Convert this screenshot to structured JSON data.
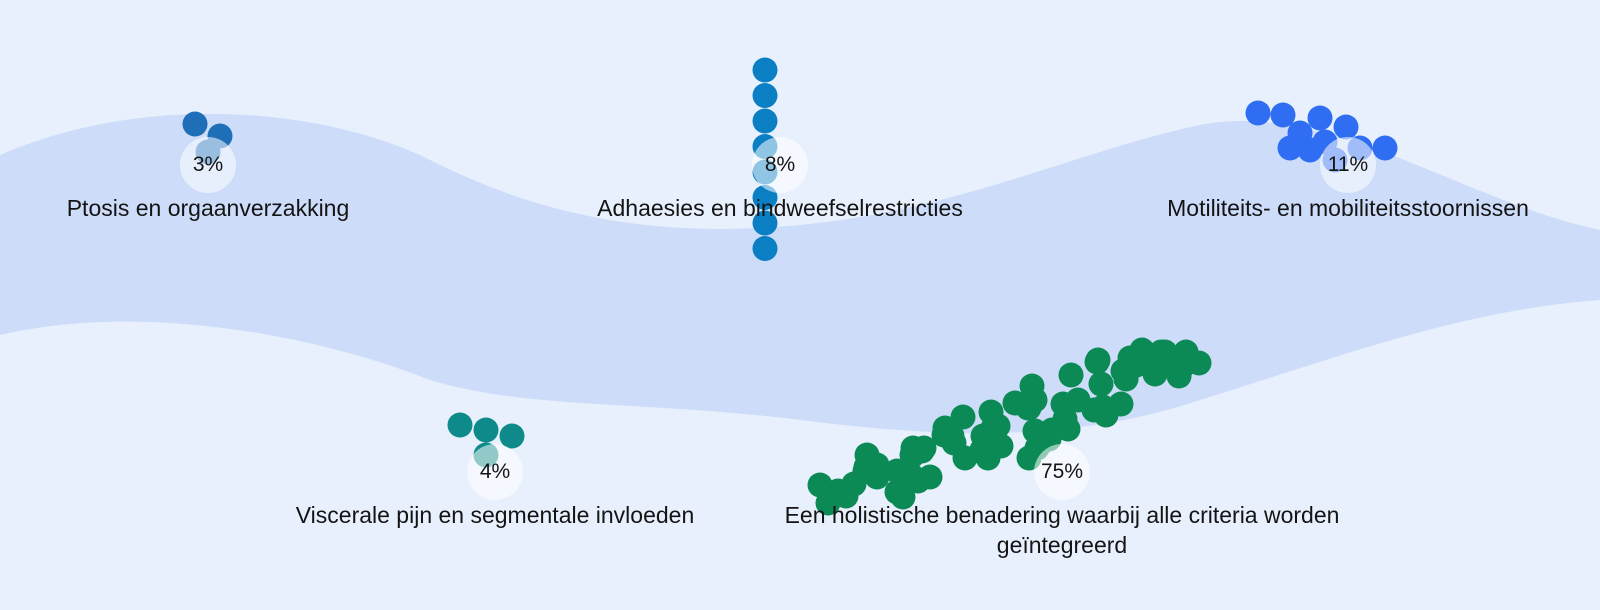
{
  "chart_data": {
    "type": "scatter",
    "items": [
      {
        "label": "Ptosis en orgaanverzakking",
        "value": 3,
        "display": "3%",
        "color": "#1f6fb8"
      },
      {
        "label": "Adhaesies en bindweefselrestricties",
        "value": 8,
        "display": "8%",
        "color": "#0b7fc4"
      },
      {
        "label": "Motiliteits- en mobiliteitsstoornissen",
        "value": 11,
        "display": "11%",
        "color": "#2f6ef2"
      },
      {
        "label": "Viscerale pijn en segmentale invloeden",
        "value": 4,
        "display": "4%",
        "color": "#0e8a8a"
      },
      {
        "label": "Een holistische benadering waarbij alle criteria worden geïntegreerd",
        "value": 75,
        "display": "75%",
        "color": "#0b8a55"
      }
    ]
  },
  "colors": {
    "background": "#e8f0fd",
    "wave": "#cddcf8"
  }
}
